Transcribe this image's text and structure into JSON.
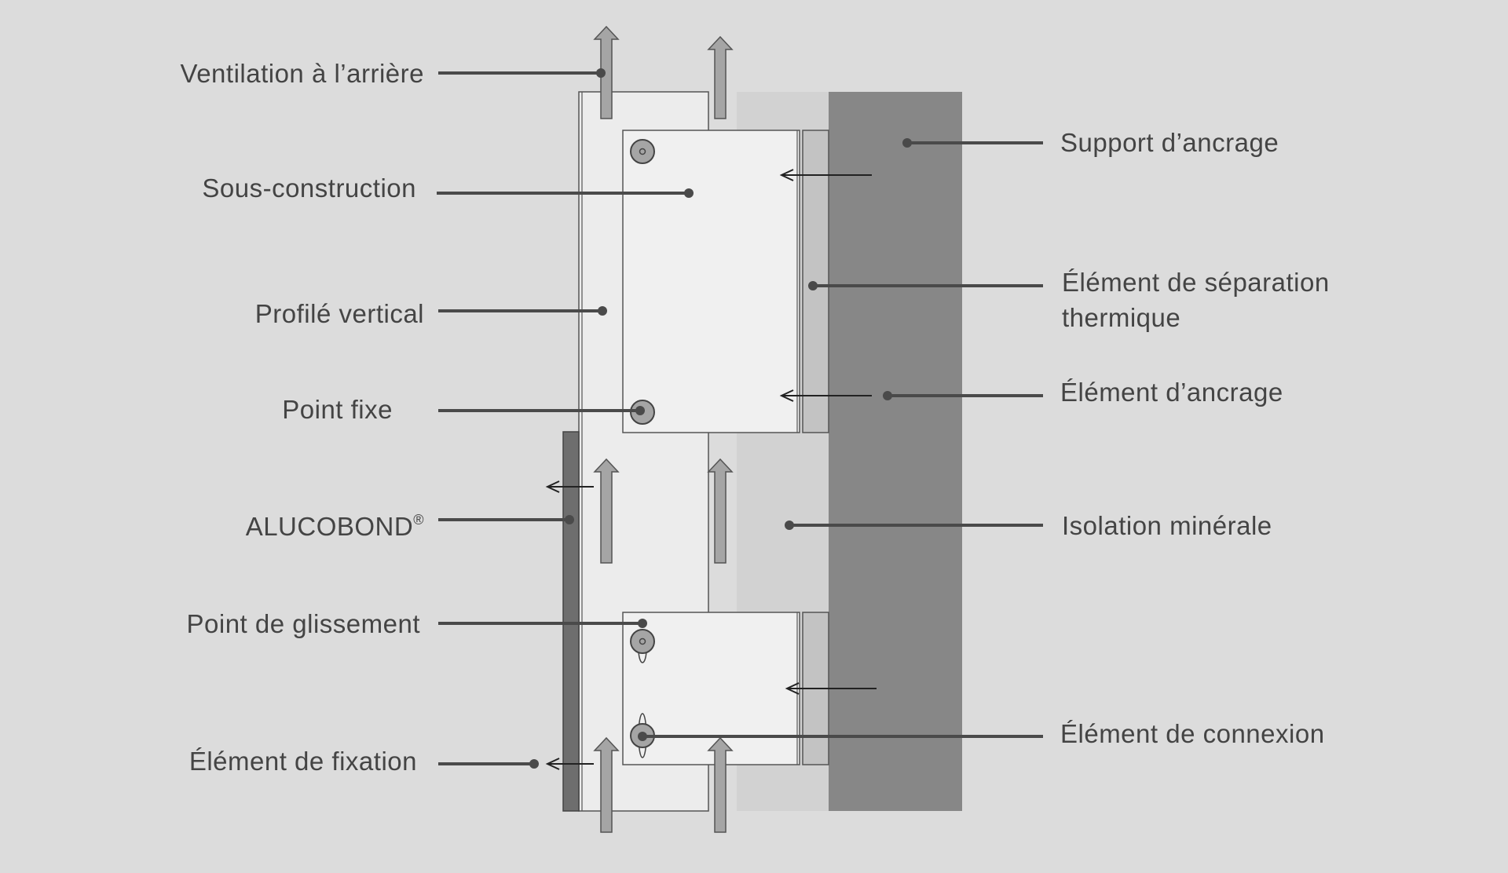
{
  "colors": {
    "background": "#dcdcdc",
    "anchor_support": "#878787",
    "insulation": "#d2d2d2",
    "profile": "#ededed",
    "bracket": "#f0f0f0",
    "separator": "#c3c3c3",
    "panel": "#6e6e6e",
    "arrow_fill": "#a5a5a5",
    "leader": "#4a4a4a",
    "text": "#444444"
  },
  "labels": {
    "ventilation": "Ventilation à l’arrière",
    "sous_construction": "Sous-construction",
    "profile_vertical": "Profilé vertical",
    "point_fixe": "Point fixe",
    "alucobond": "ALUCOBOND",
    "alucobond_mark": "®",
    "point_glissement": "Point de glissement",
    "element_fixation": "Élément de fixation",
    "support_ancrage": "Support d’ancrage",
    "separation_line1": "Élément de séparation",
    "separation_line2": "thermique",
    "element_ancrage": "Élément d’ancrage",
    "isolation": "Isolation minérale",
    "element_connexion": "Élément de connexion"
  }
}
